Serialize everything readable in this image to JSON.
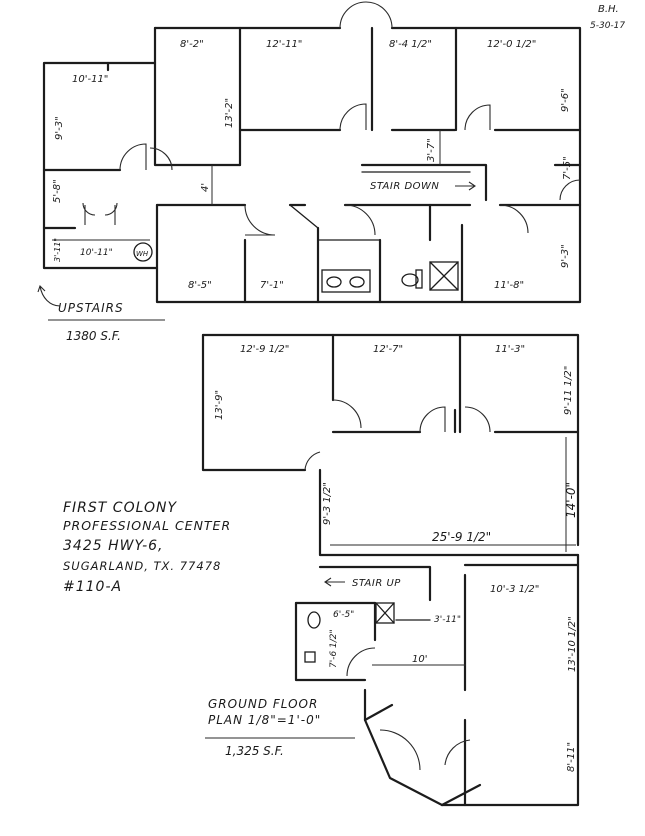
{
  "header": {
    "initials": "B.H.",
    "date": "5-30-17"
  },
  "upstairs": {
    "dims": {
      "d1": "8'-2\"",
      "d2": "12'-11\"",
      "d3": "8'-4 1/2\"",
      "d4": "12'-0 1/2\"",
      "d5": "10'-11\"",
      "d6": "9'-3\"",
      "d7": "13'-2\"",
      "d8": "9'-6\"",
      "d9": "3'-7\"",
      "d10": "7'-5\"",
      "d11": "4'",
      "d12": "5'-8\"",
      "d13": "3'-11\"",
      "d14": "10'-11\"",
      "d15": "8'-5\"",
      "d16": "7'-1\"",
      "d17": "11'-8\"",
      "d18": "9'-3\""
    },
    "wh": "WH",
    "stair_label": "STAIR DOWN",
    "label": "UPSTAIRS",
    "area": "1380 S.F."
  },
  "ground": {
    "dims": {
      "g1": "12'-9 1/2\"",
      "g2": "12'-7\"",
      "g3": "11'-3\"",
      "g4": "13'-9\"",
      "g5": "9'-11 1/2\"",
      "g6": "9'-3 1/2\"",
      "g7": "14'-0\"",
      "g8": "25'-9 1/2\"",
      "g9": "10'-3 1/2\"",
      "g10": "6'-5\"",
      "g11": "3'-11\"",
      "g12": "7'-6 1/2\"",
      "g13": "10'",
      "g14": "13'-10 1/2\"",
      "g15": "8'-11\""
    },
    "stair_label": "STAIR UP",
    "plan_label_1": "GROUND FLOOR",
    "plan_label_2": "PLAN 1/8\"=1'-0\"",
    "area": "1,325 S.F."
  },
  "address": {
    "line1": "FIRST COLONY",
    "line2": "PROFESSIONAL CENTER",
    "line3": "3425 HWY-6,",
    "line4": "SUGARLAND, TX. 77478",
    "line5": "#110-A"
  }
}
